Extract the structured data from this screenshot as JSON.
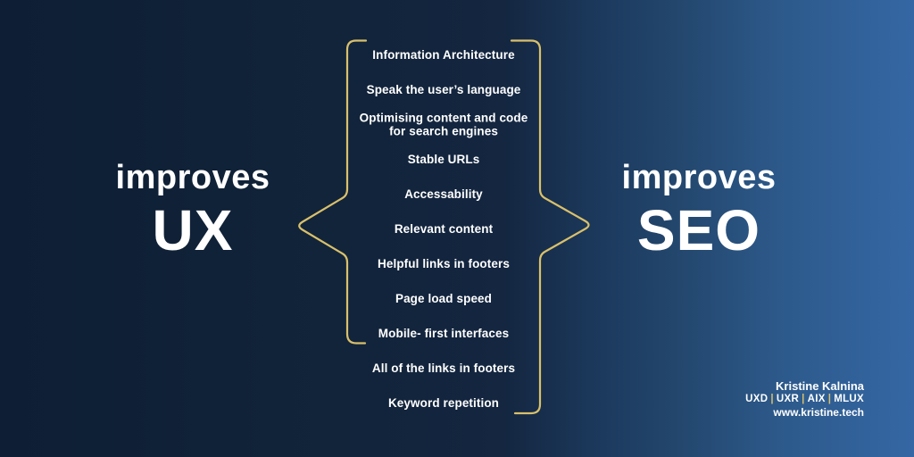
{
  "colors": {
    "background_left": "#0d1e35",
    "background_right": "#3567a4",
    "brace_gold": "#d9c06b",
    "text_white": "#ffffff"
  },
  "left_heading": {
    "line1": "improves",
    "line2": "UX"
  },
  "right_heading": {
    "line1": "improves",
    "line2": "SEO"
  },
  "list": {
    "items": [
      "Information Architecture",
      "Speak the user’s language",
      "Optimising content and code\nfor search engines",
      "Stable URLs",
      "Accessability",
      "Relevant content",
      "Helpful links in footers",
      "Page load speed",
      "Mobile- first interfaces",
      "All of the links in footers",
      "Keyword repetition"
    ]
  },
  "credit": {
    "name": "Kristine Kalnina",
    "roles": [
      "UXD",
      "UXR",
      "AIX",
      "MLUX"
    ],
    "separator": "|",
    "website": "www.kristine.tech"
  }
}
